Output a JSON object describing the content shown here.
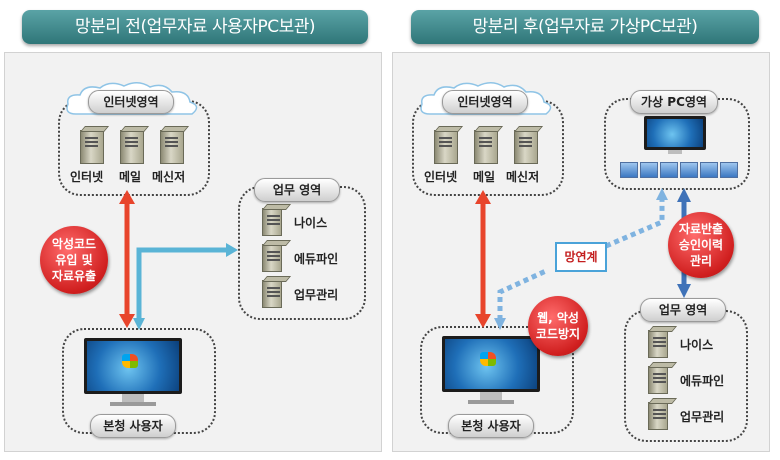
{
  "left": {
    "banner": "망분리 전(업무자료 사용자PC보관)",
    "internet": {
      "title": "인터넷영역",
      "servers": [
        "인터넷",
        "메일",
        "메신저"
      ]
    },
    "business": {
      "title": "업무 영역",
      "items": [
        "나이스",
        "에듀파인",
        "업무관리"
      ]
    },
    "user": {
      "title": "본청 사용자"
    },
    "warning": [
      "악성코드",
      "유입 및",
      "자료유출"
    ]
  },
  "right": {
    "banner": "망분리 후(업무자료 가상PC보관)",
    "internet": {
      "title": "인터넷영역",
      "servers": [
        "인터넷",
        "메일",
        "메신저"
      ]
    },
    "virtual": {
      "title": "가상 PC영역"
    },
    "link": "망연계",
    "business": {
      "title": "업무 영역",
      "items": [
        "나이스",
        "에듀파인",
        "업무관리"
      ]
    },
    "user": {
      "title": "본청 사용자"
    },
    "approval": [
      "자료반출",
      "승인이력",
      "관리"
    ],
    "web": [
      "웹, 악성",
      "코드방지"
    ]
  },
  "colors": {
    "red_arrow": "#e8452c",
    "blue_arrow": "#5ab4d6",
    "dark_blue_arrow": "#3f72b8",
    "badge": "#d01f1f"
  }
}
